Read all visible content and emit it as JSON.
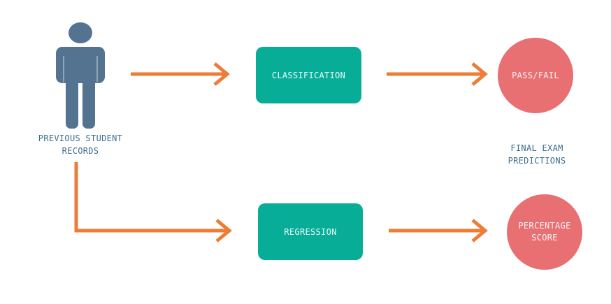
{
  "source": {
    "label": "PREVIOUS STUDENT\nRECORDS",
    "icon": "person-icon"
  },
  "processes": {
    "classification": "CLASSIFICATION",
    "regression": "REGRESSION"
  },
  "outputs": {
    "pass_fail": "PASS/FAIL",
    "percentage_score": "PERCENTAGE\nSCORE"
  },
  "predictions_label": "FINAL EXAM\nPREDICTIONS",
  "colors": {
    "person": "#537391",
    "process_box": "#08ad98",
    "output_circle": "#e86f72",
    "arrow": "#ec7d36",
    "label_text": "#3d6d8c"
  }
}
